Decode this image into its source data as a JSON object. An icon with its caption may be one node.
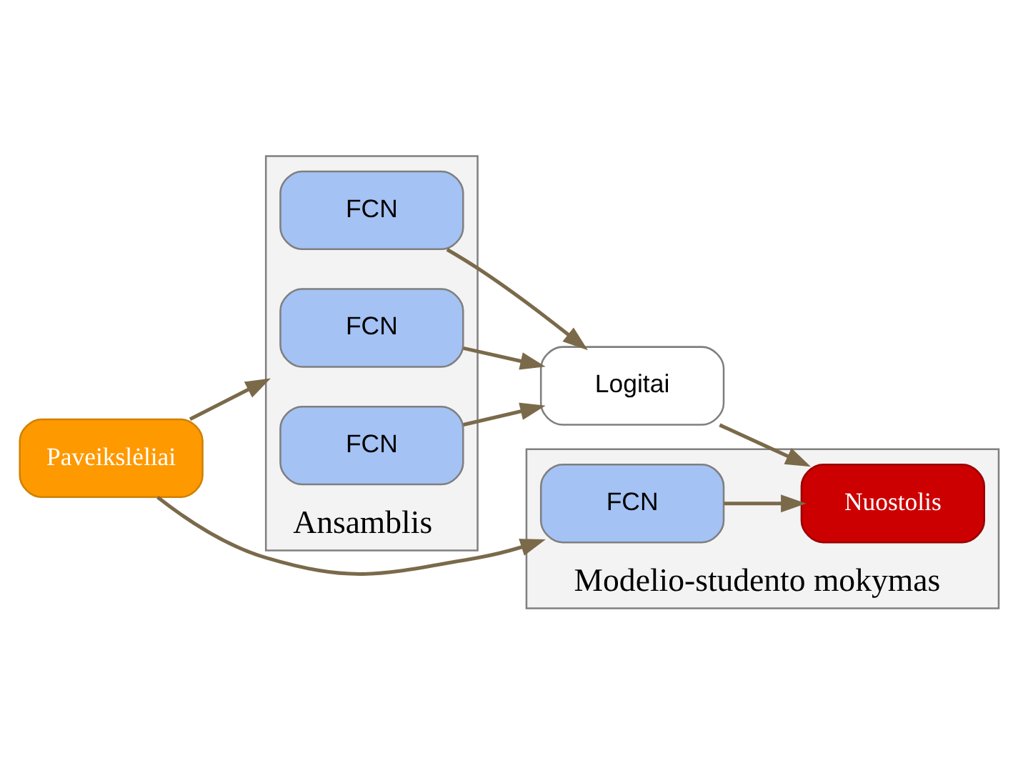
{
  "diagram": {
    "nodes": [
      {
        "text": [
          "Paveikslėliai"
        ]
      },
      {
        "text": [
          "Ansamblis"
        ]
      },
      {
        "text": [
          "FCN"
        ],
        "in": 1
      },
      {
        "text": [
          "FCN"
        ],
        "in": 1
      },
      {
        "text": [
          "FCN"
        ],
        "in": 1
      },
      {
        "text": [
          "Logitai"
        ]
      },
      {
        "text": [
          "Modelio-studento mokymas"
        ]
      },
      {
        "text": [
          "FCN"
        ],
        "in": 6
      },
      {
        "text": [
          "Nuostolis"
        ],
        "in": 6
      }
    ],
    "edges": [
      {
        "from": 0,
        "to": 1,
        "arrow": "to"
      },
      {
        "from": 2,
        "to": 5,
        "arrow": "to"
      },
      {
        "from": 3,
        "to": 5,
        "arrow": "to"
      },
      {
        "from": 4,
        "to": 5,
        "arrow": "to"
      },
      {
        "from": 0,
        "to": 7,
        "arrow": "to"
      },
      {
        "from": 5,
        "to": 8,
        "arrow": "to"
      },
      {
        "from": 7,
        "to": 8,
        "arrow": "to"
      }
    ]
  }
}
